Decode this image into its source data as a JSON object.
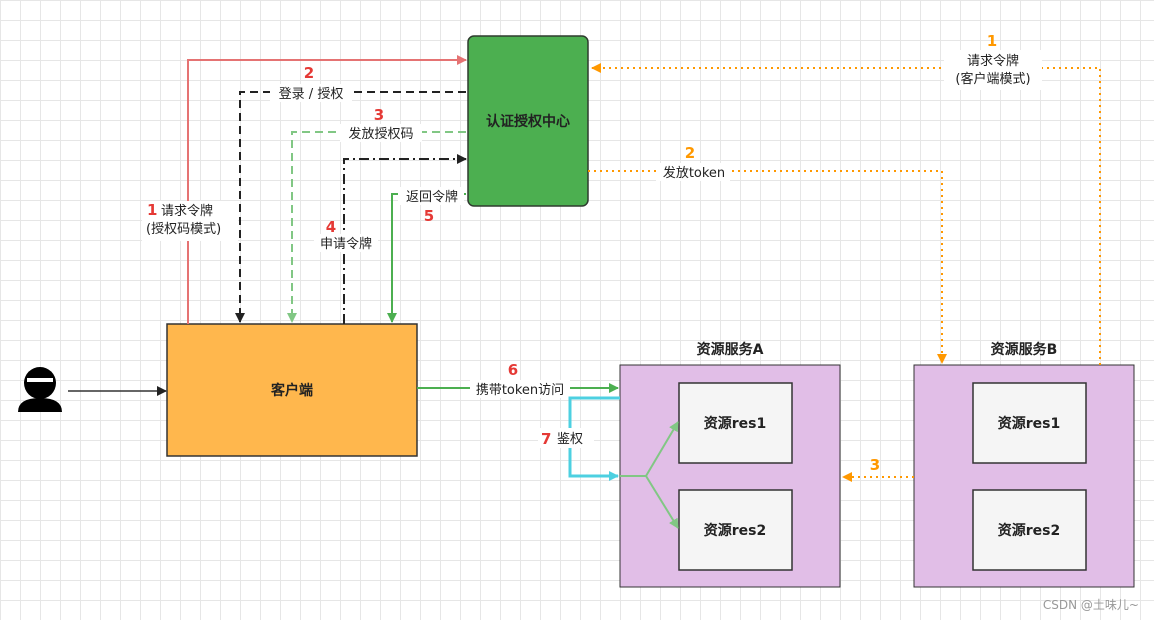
{
  "nodes": {
    "auth_center": "认证授权中心",
    "client": "客户端",
    "service_a": "资源服务A",
    "service_b": "资源服务B",
    "a_res1": "资源res1",
    "a_res2": "资源res2",
    "b_res1": "资源res1",
    "b_res2": "资源res2"
  },
  "flows": {
    "left_step1": {
      "num": "1",
      "line1": "请求令牌",
      "line2": "(授权码模式)"
    },
    "step2_login": {
      "num": "2",
      "label": "登录 / 授权"
    },
    "step3_code": {
      "num": "3",
      "label": "发放授权码"
    },
    "step4_apply": {
      "num": "4",
      "label": "申请令牌"
    },
    "step5_return": {
      "num": "5",
      "label": "返回令牌"
    },
    "step6_access": {
      "num": "6",
      "label": "携带token访问"
    },
    "step7_auth": {
      "num": "7",
      "label": "鉴权"
    },
    "right_step1": {
      "num": "1",
      "line1": "请求令牌",
      "line2": "(客户端模式)"
    },
    "right_step2": {
      "num": "2",
      "label": "发放token"
    },
    "right_step3": {
      "num": "3"
    }
  },
  "colors": {
    "auth_fill": "#4caf50",
    "client_fill": "#ffb74d",
    "service_fill": "#e1bee7",
    "res_fill": "#f5f5f5",
    "red_line": "#e57373",
    "green_line": "#81c784",
    "dark_green": "#4caf50",
    "orange_line": "#ff9800",
    "cyan_line": "#4dd0e1",
    "step_red": "#e53935",
    "step_orange": "#ff9800"
  },
  "watermark": "CSDN @土味儿~"
}
